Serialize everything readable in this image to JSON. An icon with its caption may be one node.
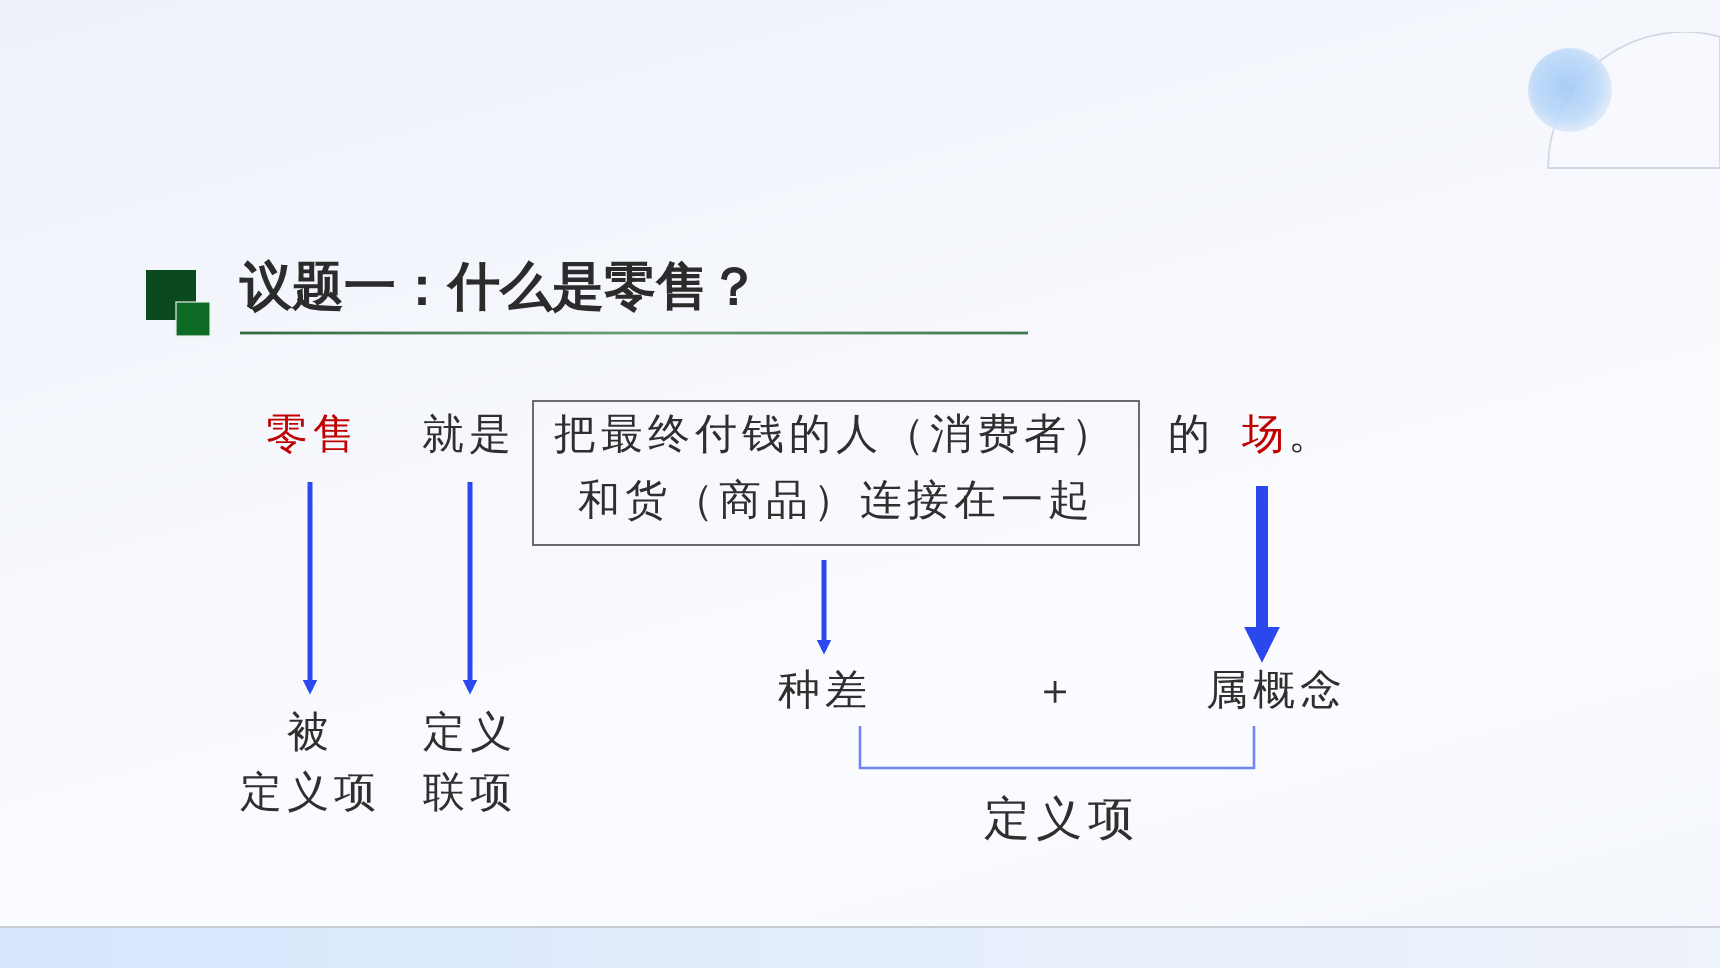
{
  "diagram": {
    "title": "议题一：什么是零售？",
    "nodes": [
      {
        "text": [
          "零售"
        ]
      },
      {
        "text": [
          "就是"
        ]
      },
      {
        "text": [
          "把最终付钱的人（消费者）和货（商品）连接在一起"
        ]
      },
      {
        "text": [
          "场"
        ]
      },
      {
        "text": [
          "种差"
        ]
      },
      {
        "text": [
          "属概念"
        ]
      },
      {
        "text": [
          "被定义项"
        ]
      },
      {
        "text": [
          "定义联项"
        ]
      }
    ],
    "edges": [
      {
        "from": 0,
        "to": 6,
        "arrow": "to"
      },
      {
        "from": 1,
        "to": 7,
        "arrow": "to"
      },
      {
        "from": 2,
        "to": 4,
        "arrow": "to"
      },
      {
        "from": 3,
        "to": 5,
        "arrow": "to",
        "style": "thick"
      }
    ],
    "labels": [
      "的",
      "。",
      "＋",
      "定义项"
    ]
  }
}
